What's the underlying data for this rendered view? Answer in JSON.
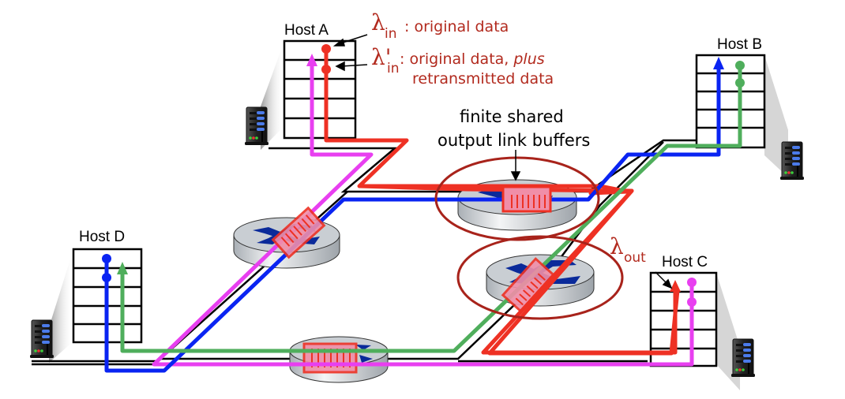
{
  "hosts": [
    {
      "id": "A",
      "label": "Host A"
    },
    {
      "id": "B",
      "label": "Host B"
    },
    {
      "id": "C",
      "label": "Host C"
    },
    {
      "id": "D",
      "label": "Host D"
    }
  ],
  "annotations": {
    "lambda_in": {
      "symbol": "λ",
      "subscript": "in",
      "text": ": original data"
    },
    "lambda_in_prime": {
      "symbol": "λ'",
      "subscript": "in",
      "text": ": original data, ",
      "text_italic": "plus",
      "text_line2": "retransmitted data"
    },
    "lambda_out": {
      "symbol": "λ",
      "subscript": "out"
    },
    "buffers_line1": "finite shared",
    "buffers_line2": "output link buffers"
  },
  "flows": [
    {
      "name": "A-to-C",
      "color": "#ee3124"
    },
    {
      "name": "C-to-A",
      "color": "#e83ff0"
    },
    {
      "name": "D-to-B",
      "color": "#0a24f2"
    },
    {
      "name": "B-to-D",
      "color": "#4fae5c"
    }
  ],
  "colors": {
    "annotation": "#b22a1e",
    "buffer_fill": "#f08ea8",
    "buffer_stroke": "#ee3124",
    "router_top": "#c9ced3",
    "router_arrow": "#0a2a9a"
  }
}
